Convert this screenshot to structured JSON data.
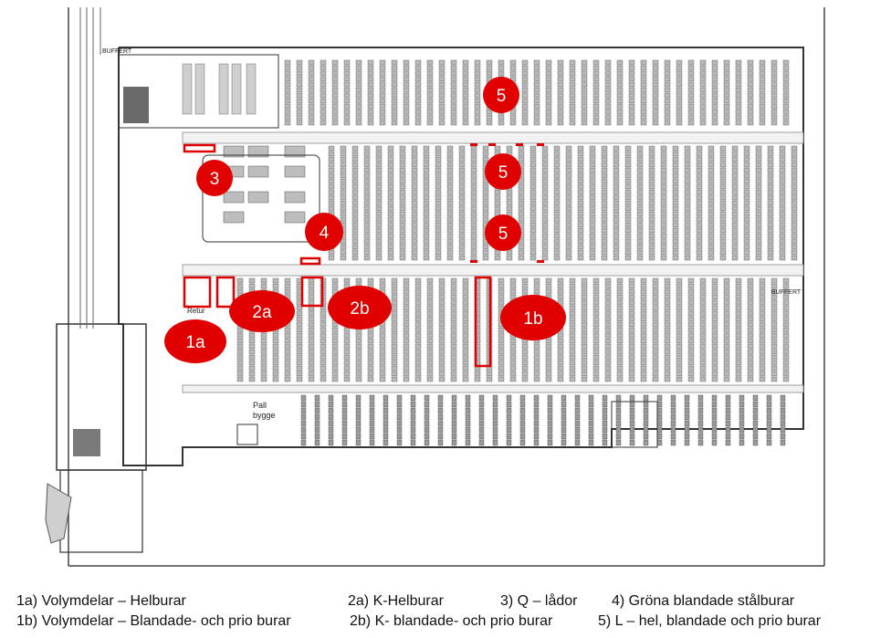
{
  "plan": {
    "area_labels": {
      "buffert_top": "BUFFERT",
      "buffert_right": "BUFFERT",
      "retur": "Retur",
      "pall_bygge_1": "Pall",
      "pall_bygge_2": "bygge"
    }
  },
  "zones": [
    {
      "id": "1a",
      "label": "1a"
    },
    {
      "id": "1b",
      "label": "1b"
    },
    {
      "id": "2a",
      "label": "2a"
    },
    {
      "id": "2b",
      "label": "2b"
    },
    {
      "id": "3",
      "label": "3"
    },
    {
      "id": "4",
      "label": "4"
    },
    {
      "id": "5a",
      "label": "5"
    },
    {
      "id": "5b",
      "label": "5"
    },
    {
      "id": "5c",
      "label": "5"
    }
  ],
  "legend": {
    "item_1a": "1a) Volymdelar – Helburar",
    "item_1b": "1b) Volymdelar – Blandade- och prio burar",
    "item_2a": "2a) K-Helburar",
    "item_2b": "2b) K- blandade- och prio burar",
    "item_3": "3) Q – lådor",
    "item_4": "4) Gröna blandade stålburar",
    "item_5": "5) L – hel, blandade och prio burar"
  },
  "colors": {
    "zone_fill": "#e00000",
    "highlight_stroke": "#e00000",
    "rack_fill": "#b8b8b8",
    "line": "#333333"
  }
}
